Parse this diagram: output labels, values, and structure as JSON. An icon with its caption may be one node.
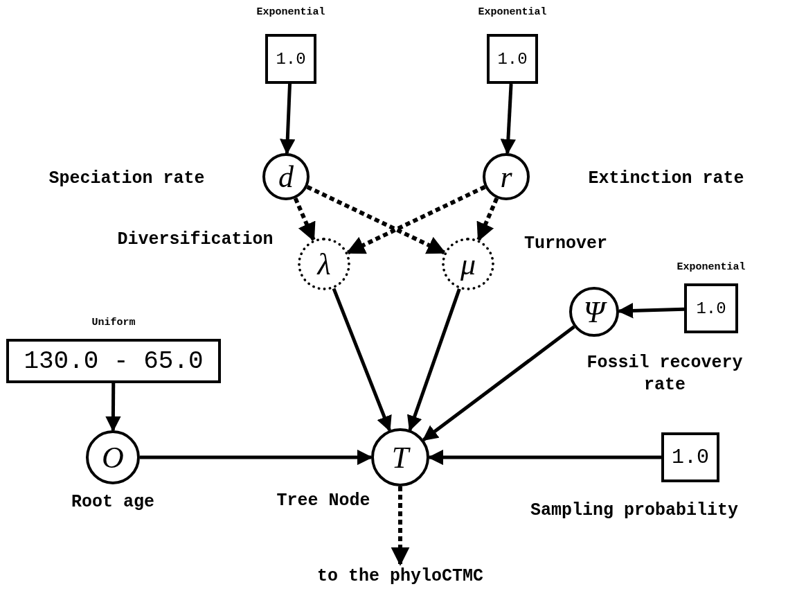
{
  "diagram": {
    "nodes": [
      {
        "text": [
          "1.0"
        ],
        "beside": [
          "Exponential"
        ]
      },
      {
        "text": [
          "1.0"
        ],
        "beside": [
          "Exponential"
        ]
      },
      {
        "text": [
          "d"
        ],
        "beside": [
          "Speciation rate"
        ]
      },
      {
        "text": [
          "r"
        ],
        "beside": [
          "Extinction rate"
        ]
      },
      {
        "text": [
          "λ"
        ],
        "beside": [
          "Diversification"
        ]
      },
      {
        "text": [
          "μ"
        ],
        "beside": [
          "Turnover"
        ]
      },
      {
        "text": [
          "130.0 - 65.0"
        ],
        "beside": [
          "Uniform"
        ]
      },
      {
        "text": [
          "1.0"
        ],
        "beside": [
          "Exponential"
        ]
      },
      {
        "text": [
          "Ψ"
        ],
        "beside": [
          "Fossil recovery rate"
        ]
      },
      {
        "text": [
          "O"
        ],
        "beside": [
          "Root age"
        ]
      },
      {
        "text": [
          "T"
        ],
        "beside": [
          "Tree Node"
        ]
      },
      {
        "text": [
          "1.0"
        ],
        "beside": [
          "Sampling probability"
        ]
      },
      {
        "text": [
          "to the phyloCTMC"
        ]
      }
    ],
    "edges": [
      {
        "from": 0,
        "to": 2,
        "arrow": "to"
      },
      {
        "from": 1,
        "to": 3,
        "arrow": "to"
      },
      {
        "from": 2,
        "to": 4,
        "arrow": "to",
        "style": "dashed"
      },
      {
        "from": 2,
        "to": 5,
        "arrow": "to",
        "style": "dashed"
      },
      {
        "from": 3,
        "to": 4,
        "arrow": "to",
        "style": "dashed"
      },
      {
        "from": 3,
        "to": 5,
        "arrow": "to",
        "style": "dashed"
      },
      {
        "from": 4,
        "to": 10,
        "arrow": "to"
      },
      {
        "from": 5,
        "to": 10,
        "arrow": "to"
      },
      {
        "from": 7,
        "to": 8,
        "arrow": "to"
      },
      {
        "from": 8,
        "to": 10,
        "arrow": "to"
      },
      {
        "from": 6,
        "to": 9,
        "arrow": "to"
      },
      {
        "from": 9,
        "to": 10,
        "arrow": "to"
      },
      {
        "from": 11,
        "to": 10,
        "arrow": "to"
      },
      {
        "from": 10,
        "to": 12,
        "arrow": "to",
        "style": "dashed"
      }
    ]
  }
}
